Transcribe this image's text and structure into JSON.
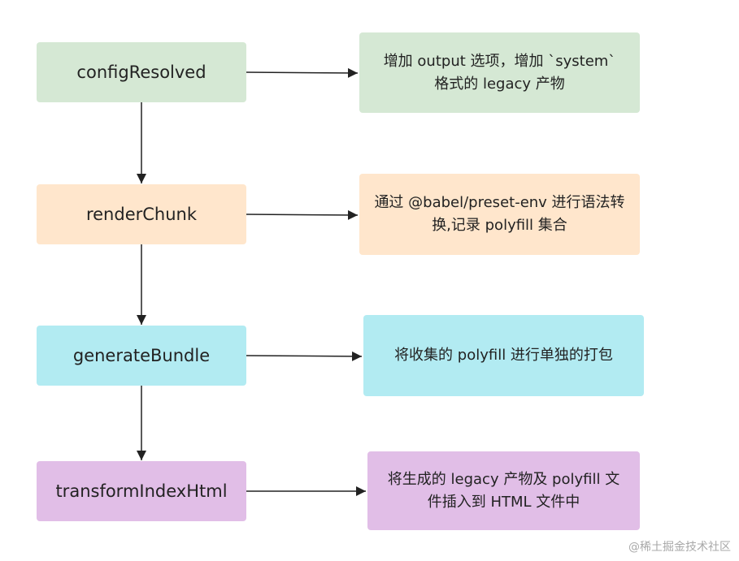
{
  "steps": [
    {
      "label": "configResolved",
      "color": "#d5e8d4"
    },
    {
      "label": "renderChunk",
      "color": "#ffe6cc"
    },
    {
      "label": "generateBundle",
      "color": "#b2ebf2"
    },
    {
      "label": "transformIndexHtml",
      "color": "#e1bee7"
    }
  ],
  "notes": [
    {
      "text": "增加 output 选项，增加 `system` 格式的 legacy 产物",
      "color": "#d5e8d4"
    },
    {
      "text": "通过 @babel/preset-env 进行语法转换,记录 polyfill 集合",
      "color": "#ffe6cc"
    },
    {
      "text": "将收集的 polyfill 进行单独的打包",
      "color": "#b2ebf2"
    },
    {
      "text": "将生成的 legacy 产物及 polyfill 文件插入到 HTML 文件中",
      "color": "#e1bee7"
    }
  ],
  "watermark": "@稀土掘金技术社区",
  "arrow_color": "#222222"
}
